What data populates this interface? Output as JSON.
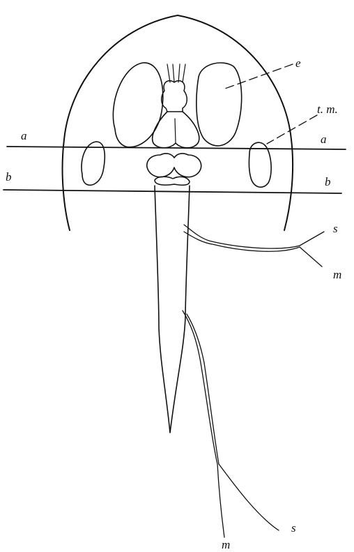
{
  "figure": {
    "labels": {
      "e": "e",
      "tm": "t. m.",
      "a_left": "a",
      "a_right": "a",
      "b_left": "b",
      "b_right": "b",
      "s_upper": "s",
      "m_upper": "m",
      "s_lower": "s",
      "m_lower": "m"
    },
    "colors": {
      "ink": "#111111",
      "paper": "#ffffff"
    }
  }
}
